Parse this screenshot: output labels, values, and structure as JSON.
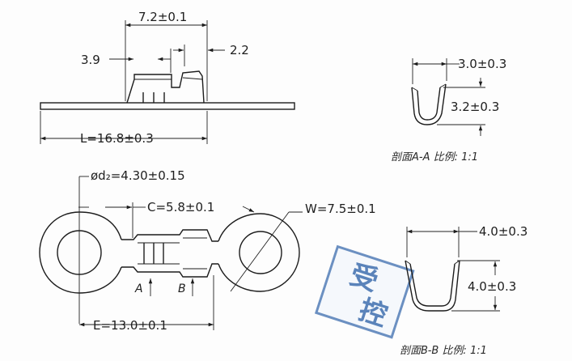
{
  "side_view": {
    "dim_top": "7.2±0.1",
    "dim_left": "3.9",
    "dim_right": "2.2",
    "dim_length": "L=16.8±0.3"
  },
  "plan_view": {
    "dim_hole": "ød₂=4.30±0.15",
    "dim_c": "C=5.8±0.1",
    "dim_w": "W=7.5±0.1",
    "dim_e": "E=13.0±0.1",
    "marker_a": "A",
    "marker_b": "B"
  },
  "section_aa": {
    "dim_width": "3.0±0.3",
    "dim_height": "3.2±0.3",
    "caption": "剖面A-A  比例: 1:1"
  },
  "section_bb": {
    "dim_width": "4.0±0.3",
    "dim_height": "4.0±0.3",
    "caption": "剖面B-B  比例: 1:1"
  },
  "stamp": {
    "line1": "受",
    "line2": "控"
  },
  "colors": {
    "stamp": "#2f63a8",
    "line": "#1c1c1c"
  }
}
